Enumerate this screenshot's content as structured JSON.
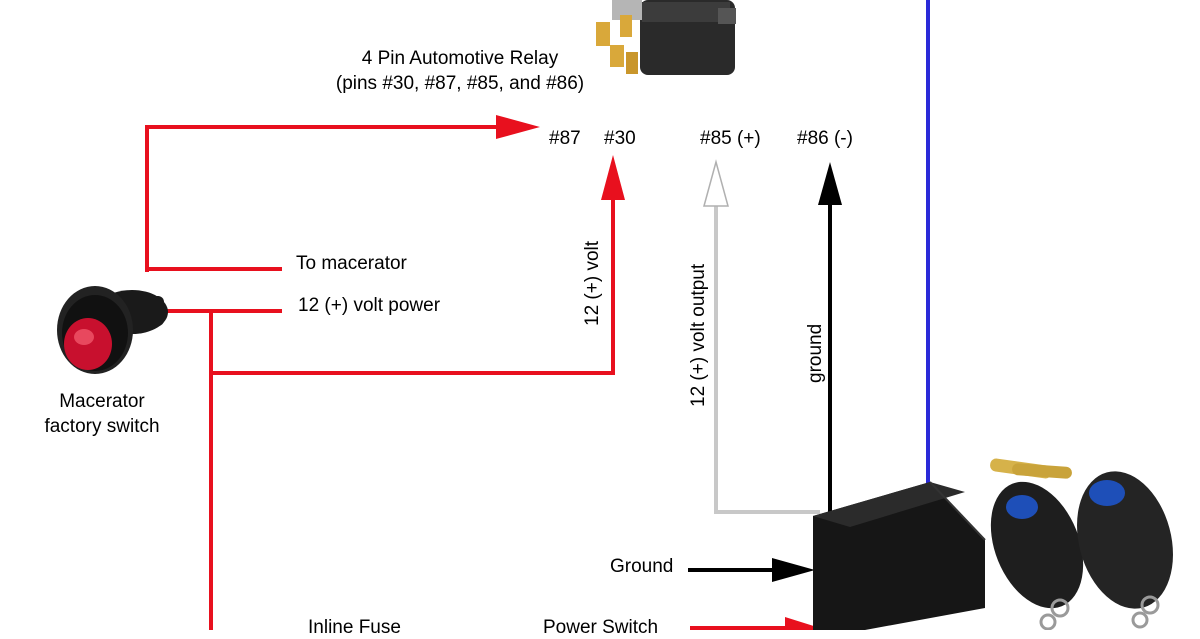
{
  "relay": {
    "title": "4 Pin Automotive Relay",
    "subtitle": "(pins #30, #87, #85, and #86)",
    "pin_87": "#87",
    "pin_30": "#30",
    "pin_85": "#85 (+)",
    "pin_86": "#86 (-)"
  },
  "labels": {
    "to_macerator": "To macerator",
    "power_12v": "12 (+) volt power",
    "switch_line1": "Macerator",
    "switch_line2": "factory switch",
    "wire_12v": "12 (+) volt",
    "wire_12v_output": "12 (+) volt output",
    "wire_ground": "ground",
    "ground": "Ground",
    "inline_fuse": "Inline Fuse",
    "power_switch": "Power Switch"
  },
  "colors": {
    "wire_red": "#e8101e",
    "wire_black": "#000000",
    "wire_white": "#c8c8c8",
    "wire_blue": "#2a2ad8",
    "receiver_body": "#161616",
    "fob_body": "#1e1e1e",
    "fob_button": "#1e4fb8"
  },
  "icons": {
    "relay": "relay-icon",
    "switch": "push-button-switch-icon",
    "receiver": "remote-receiver-icon",
    "fobs": "remote-key-fob-icon",
    "batteries": "battery-icon"
  }
}
